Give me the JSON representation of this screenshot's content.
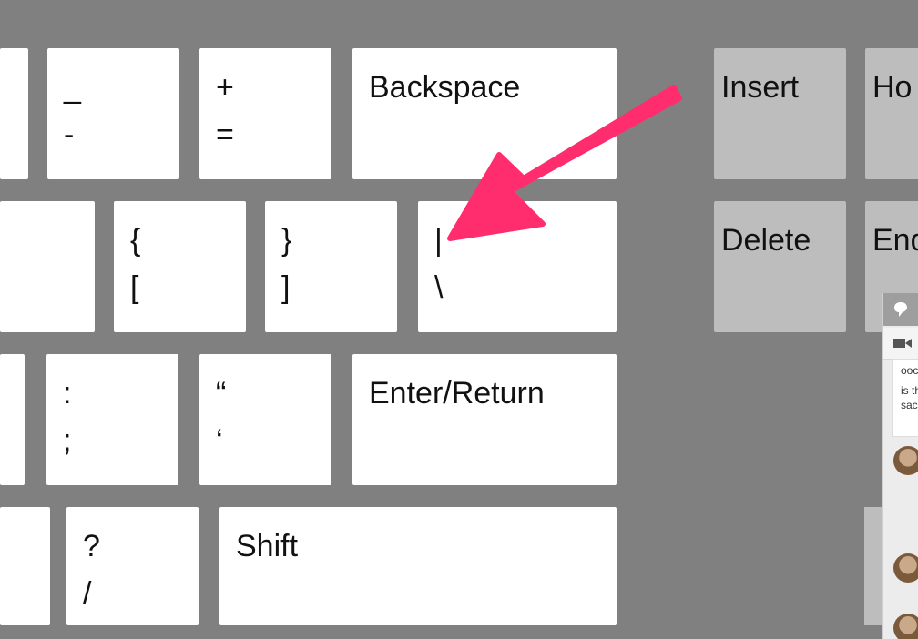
{
  "keys": {
    "minus": {
      "top": "_",
      "bottom": "-"
    },
    "equals": {
      "top": "+",
      "bottom": "="
    },
    "backspace": "Backspace",
    "bracket_left": {
      "top": "{",
      "bottom": "["
    },
    "bracket_right": {
      "top": "}",
      "bottom": "]"
    },
    "backslash": {
      "top": "|",
      "bottom": "\\"
    },
    "semicolon": {
      "top": ":",
      "bottom": ";"
    },
    "quote": {
      "top": "“",
      "bottom": "‘"
    },
    "enter": "Enter/Return",
    "slash": {
      "top": "?",
      "bottom": "/"
    },
    "shift": "Shift",
    "insert": "Insert",
    "home": "Ho",
    "delete": "Delete",
    "end": "End"
  },
  "chat": {
    "message_line1": "ooc",
    "message_line2": "is th",
    "message_line3": "sac"
  },
  "colors": {
    "background": "#808080",
    "key": "#ffffff",
    "nav_key": "#bdbdbd",
    "arrow": "#ff2d6e"
  }
}
